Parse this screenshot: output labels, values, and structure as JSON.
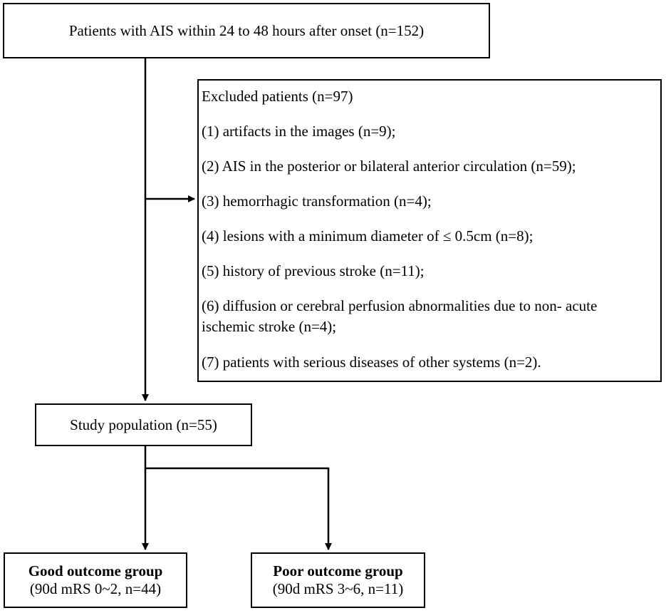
{
  "top_box": {
    "text": "Patients with AIS within 24 to 48 hours after onset (n=152)"
  },
  "excluded": {
    "title": "Excluded patients (n=97)",
    "items": [
      "(1) artifacts in the images (n=9);",
      "(2) AIS in the posterior or bilateral anterior circulation (n=59);",
      "(3) hemorrhagic transformation (n=4);",
      "(4) lesions with a minimum diameter of ≤ 0.5cm (n=8);",
      "(5) history of previous stroke (n=11);",
      "(6) diffusion or cerebral perfusion abnormalities due to non- acute",
      "ischemic stroke (n=4);",
      "(7) patients with serious diseases of other systems (n=2)."
    ]
  },
  "study_box": {
    "text": "Study population (n=55)"
  },
  "good_box": {
    "title": "Good outcome group",
    "detail": "(90d mRS 0~2, n=44)"
  },
  "poor_box": {
    "title": "Poor outcome group",
    "detail": "(90d mRS 3~6, n=11)"
  }
}
